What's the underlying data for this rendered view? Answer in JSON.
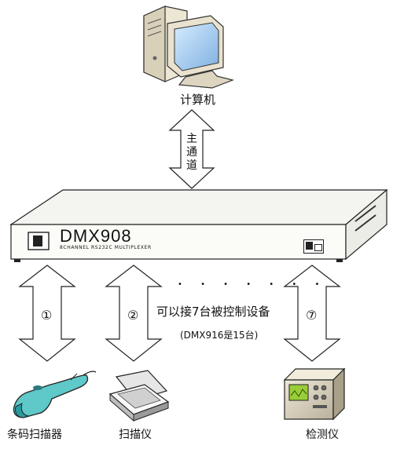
{
  "computer": {
    "label": "计算机"
  },
  "main_channel": {
    "chars": [
      "主",
      "通",
      "道"
    ]
  },
  "device": {
    "model": "DMX908",
    "subtitle": "8CHANNEL RS232C MULTIPLEXER"
  },
  "ports": [
    {
      "number": "①",
      "device_label": "条码扫描器",
      "device_icon": "barcode-scanner-icon"
    },
    {
      "number": "②",
      "device_label": "扫描仪",
      "device_icon": "flatbed-scanner-icon"
    },
    {
      "number": "⑦",
      "device_label": "检测仪",
      "device_icon": "test-instrument-icon"
    }
  ],
  "note": {
    "main": "可以接7台被控制设备",
    "sub": "(DMX916是15台)",
    "dots": "• • • • • • •"
  }
}
